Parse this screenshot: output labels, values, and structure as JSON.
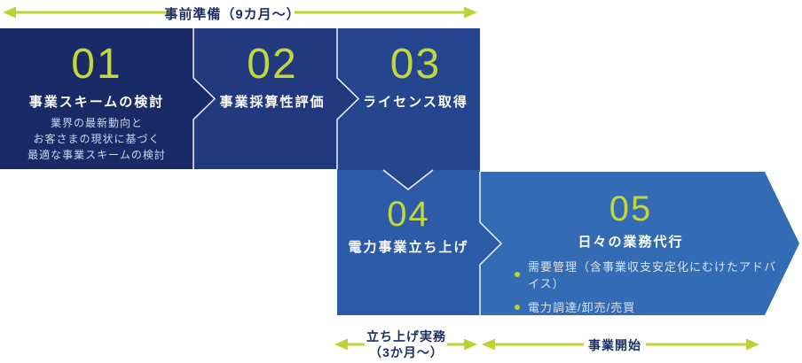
{
  "colors": {
    "accent": "#bfd234",
    "navy_text": "#1b2f63",
    "box01": "#1a2a66",
    "box02": "#21397f",
    "box03": "#26458f",
    "box04": "#2d5ba7",
    "box05": "#336cb4",
    "chevron_outline": "#eef2f8"
  },
  "phase_arrows": {
    "top": {
      "label": "事前準備（9カ月～）"
    },
    "bottom_left": {
      "label_lines": [
        "立ち上げ実務",
        "（3か月～）"
      ]
    },
    "bottom_right": {
      "label": "事業開始"
    }
  },
  "steps": [
    {
      "number": "01",
      "title": "事業スキームの検討",
      "desc_lines": [
        "業界の最新動向と",
        "お客さまの現状に基づく",
        "最適な事業スキームの検討"
      ]
    },
    {
      "number": "02",
      "title": "事業採算性評価"
    },
    {
      "number": "03",
      "title": "ライセンス取得"
    },
    {
      "number": "04",
      "title": "電力事業立ち上げ"
    },
    {
      "number": "05",
      "title": "日々の業務代行",
      "bullets": [
        "需要管理（含事業収支安定化にむけたアドバイス）",
        "電力調達/卸売/売買"
      ]
    }
  ]
}
